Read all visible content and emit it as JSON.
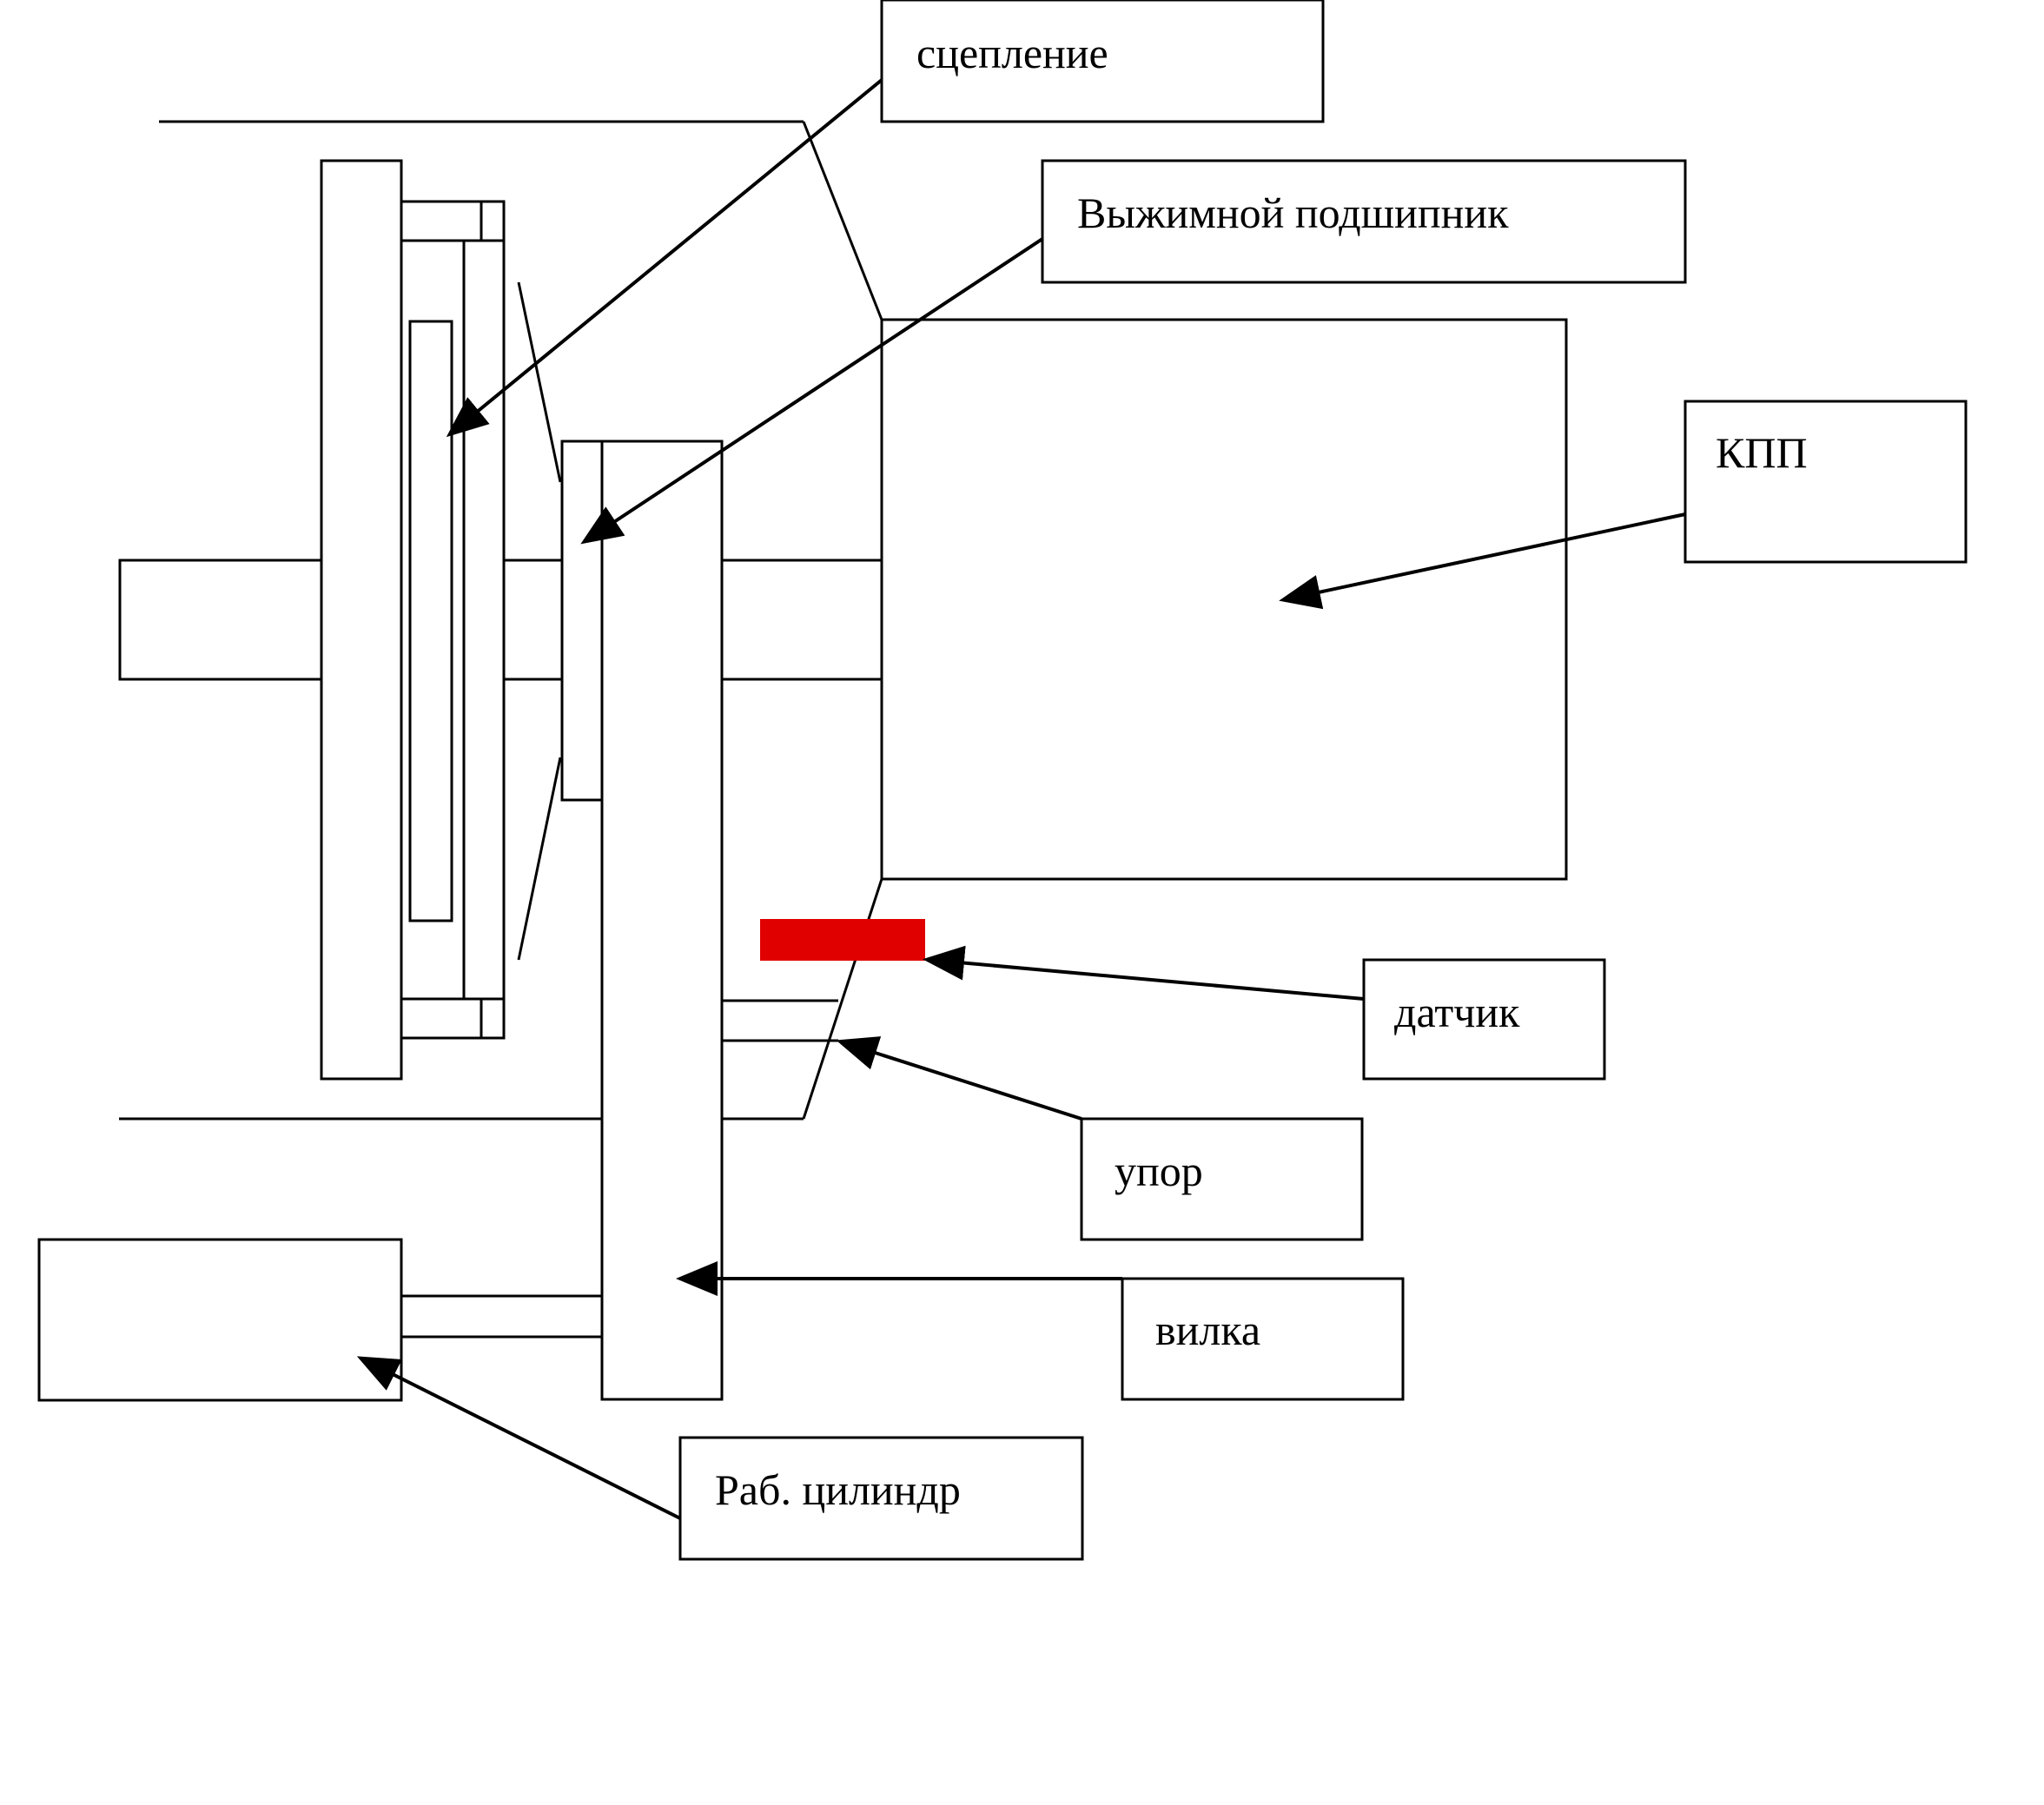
{
  "labels": {
    "clutch": "сцепление",
    "release_bearing": "Выжимной подшипник",
    "gearbox": "КПП",
    "sensor": "датчик",
    "stop": "упор",
    "fork": "вилка",
    "slave_cylinder": "Раб. цилиндр"
  },
  "colors": {
    "sensor": "#e00000",
    "stroke": "#000000",
    "background": "#ffffff"
  }
}
